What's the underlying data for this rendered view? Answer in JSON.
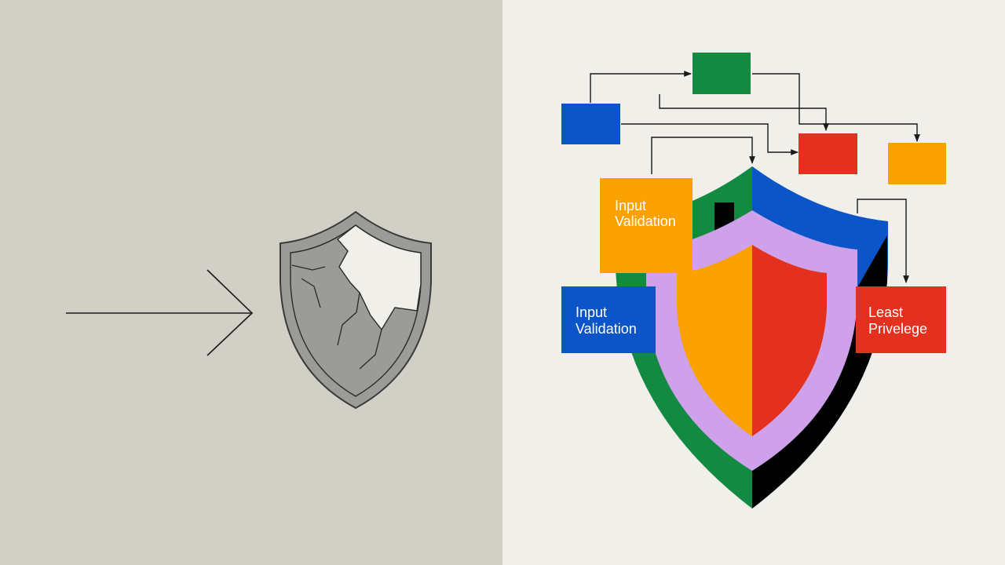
{
  "colors": {
    "left_panel_bg": "#d1cfc6",
    "right_panel_bg": "#f1efea",
    "broken_shield_fill": "#9b9b97",
    "green": "#128a42",
    "blue": "#0b55c9",
    "red": "#e3301f",
    "orange": "#fba100",
    "lilac": "#cfa1eb",
    "black": "#000000",
    "line": "#1a1a1a"
  },
  "left_panel": {
    "arrow_icon": "arrow-right-icon",
    "shield_icon": "broken-shield-icon"
  },
  "right_panel": {
    "shield_icon": "layered-shield-icon",
    "labels": {
      "orange_box": [
        "Input",
        "Validation"
      ],
      "blue_box": [
        "Input",
        "Validation"
      ],
      "red_box": [
        "Least",
        "Privelege"
      ]
    }
  }
}
